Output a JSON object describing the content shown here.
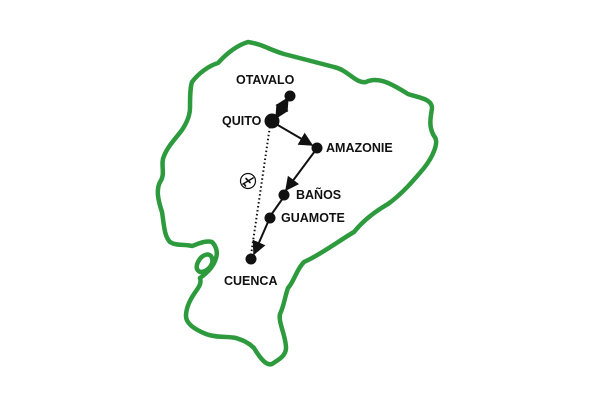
{
  "map": {
    "colors": {
      "border": "#2e9a3e",
      "route": "#111111",
      "background": "#ffffff"
    },
    "cities": [
      {
        "id": "otavalo",
        "label": "OTAVALO"
      },
      {
        "id": "quito",
        "label": "QUITO"
      },
      {
        "id": "amazonie",
        "label": "AMAZONIE"
      },
      {
        "id": "banos",
        "label": "BAÑOS"
      },
      {
        "id": "guamote",
        "label": "GUAMOTE"
      },
      {
        "id": "cuenca",
        "label": "CUENCA"
      }
    ],
    "routes": [
      {
        "from": "quito",
        "to": "otavalo",
        "style": "dashed-bidirectional"
      },
      {
        "from": "quito",
        "to": "amazonie",
        "style": "solid-arrow"
      },
      {
        "from": "amazonie",
        "to": "banos",
        "style": "solid-arrow"
      },
      {
        "from": "banos",
        "to": "guamote",
        "style": "solid"
      },
      {
        "from": "guamote",
        "to": "cuenca",
        "style": "solid-arrow"
      },
      {
        "from": "cuenca",
        "to": "quito",
        "style": "dotted-flight"
      }
    ],
    "flight_icon": "airplane-icon"
  }
}
